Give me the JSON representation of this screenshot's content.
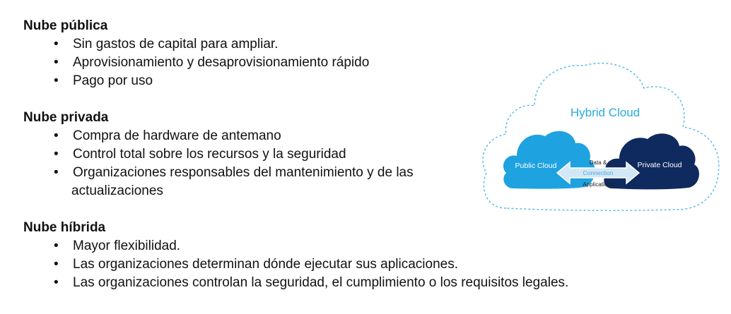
{
  "sections": [
    {
      "heading": "Nube pública",
      "items": [
        "Sin gastos de capital para ampliar.",
        "Aprovisionamiento y desaprovisionamiento rápido",
        "Pago por uso"
      ]
    },
    {
      "heading": "Nube privada",
      "items": [
        "Compra de hardware de antemano",
        "Control total sobre los recursos y la seguridad",
        "Organizaciones responsables del mantenimiento y de las",
        "actualizaciones"
      ]
    },
    {
      "heading": "Nube híbrida",
      "items": [
        "Mayor flexibilidad.",
        "Las organizaciones determinan dónde ejecutar sus aplicaciones.",
        "Las organizaciones controlan la seguridad, el cumplimiento o los requisitos legales."
      ]
    }
  ],
  "diagram": {
    "title": "Hybrid Cloud",
    "public_label": "Public Cloud",
    "private_label": "Private Cloud",
    "arrow_top": "Data &",
    "arrow_mid": "Connection",
    "arrow_bottom": "Applications",
    "colors": {
      "title": "#29a9e0",
      "public": "#1fa2e0",
      "private": "#0f2a5e",
      "outline": "#5bbde6",
      "arrow": "#d3e8f6",
      "connection": "#4aa8e0"
    }
  }
}
